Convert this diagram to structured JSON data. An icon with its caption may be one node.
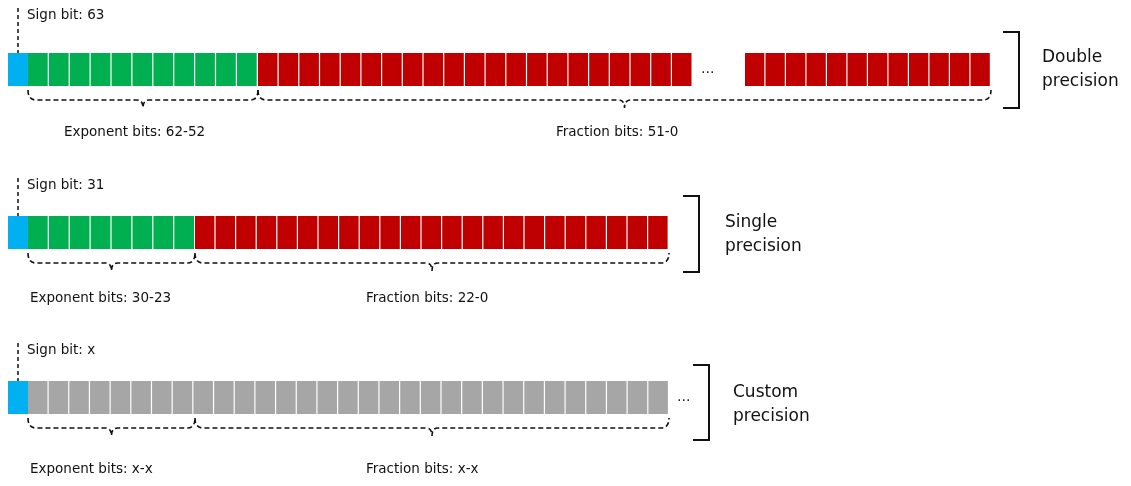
{
  "diagram": {
    "nodes": [
      {
        "text": [
          "Sign bit: 63"
        ]
      },
      {
        "text": [],
        "shape": "box"
      },
      {
        "text": [
          "Sign bit: 31"
        ]
      },
      {
        "text": [],
        "shape": "box"
      },
      {
        "text": [
          "Sign bit: x"
        ]
      },
      {
        "text": [],
        "shape": "box"
      }
    ],
    "edges": [
      {
        "from": 0,
        "to": 1,
        "arrow": "none",
        "style": "dashed"
      },
      {
        "from": 2,
        "to": 3,
        "arrow": "none",
        "style": "dashed"
      },
      {
        "from": 4,
        "to": 5,
        "arrow": "none",
        "style": "dashed"
      }
    ],
    "labels": [
      "…",
      "Double precision",
      "Exponent bits: 62-52",
      "Fraction bits: 51-0",
      "Single precision",
      "Exponent bits: 30-23",
      "Fraction bits: 22-0",
      "…",
      "Custom precision",
      "Exponent bits: x-x",
      "Fraction bits: x-x"
    ]
  }
}
